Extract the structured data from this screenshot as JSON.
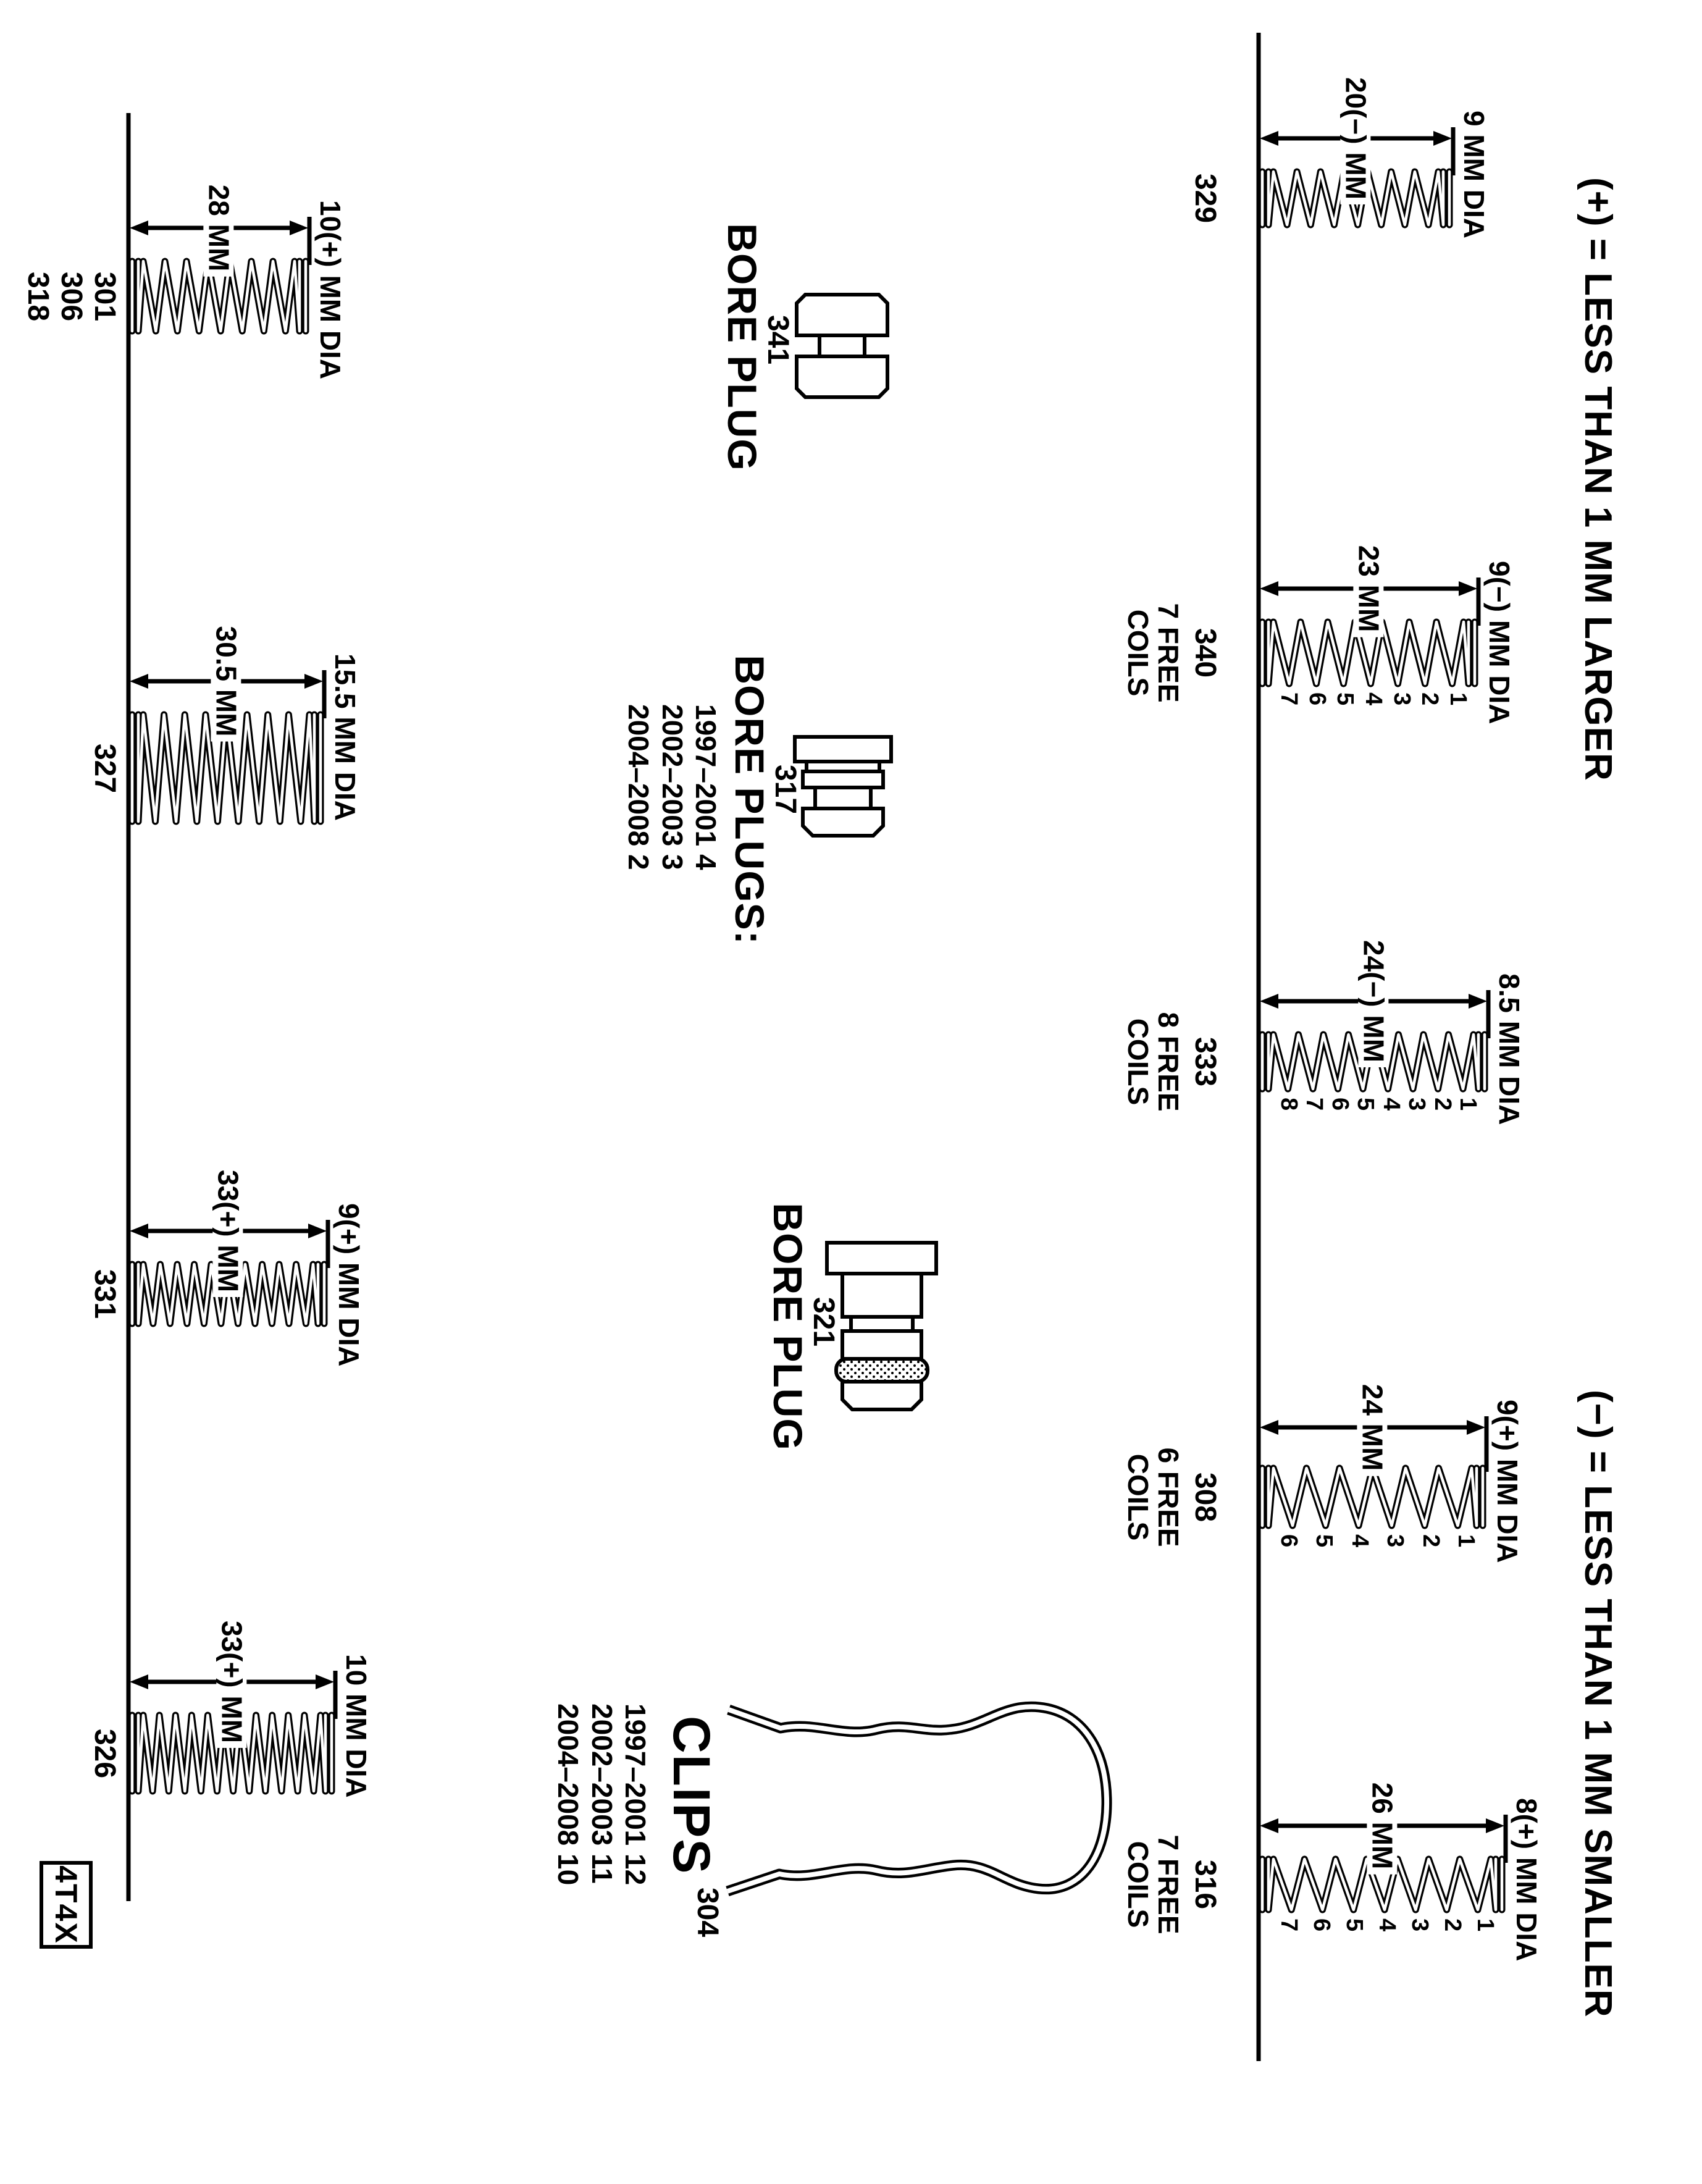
{
  "figure_code": "4T4X",
  "annotations": {
    "plus": "(+) = LESS THAN 1 MM LARGER",
    "minus": "(−) = LESS THAN 1 MM SMALLER"
  },
  "top_row": {
    "springs": [
      {
        "part": "329",
        "length": "20(−) MM",
        "diameter": "9 MM DIA",
        "free_coils": "",
        "coil_numbers": []
      },
      {
        "part": "340",
        "length": "23 MM",
        "diameter": "9(−) MM DIA",
        "free_coils": "7 FREE\nCOILS",
        "coil_numbers": [
          "1",
          "2",
          "3",
          "4",
          "5",
          "6",
          "7"
        ]
      },
      {
        "part": "333",
        "length": "24(−) MM",
        "diameter": "8.5 MM DIA",
        "free_coils": "8 FREE\nCOILS",
        "coil_numbers": [
          "1",
          "2",
          "3",
          "4",
          "5",
          "6",
          "7",
          "8"
        ]
      },
      {
        "part": "308",
        "length": "24 MM",
        "diameter": "9(+) MM DIA",
        "free_coils": "6 FREE\nCOILS",
        "coil_numbers": [
          "1",
          "2",
          "3",
          "4",
          "5",
          "6"
        ]
      },
      {
        "part": "316",
        "length": "26 MM",
        "diameter": "8(+) MM DIA",
        "free_coils": "7 FREE\nCOILS",
        "coil_numbers": [
          "1",
          "2",
          "3",
          "4",
          "5",
          "6",
          "7"
        ]
      }
    ]
  },
  "bottom_row": {
    "springs": [
      {
        "parts": [
          "301",
          "306",
          "318"
        ],
        "length": "28 MM",
        "diameter": "10(+) MM DIA"
      },
      {
        "parts": [
          "327"
        ],
        "length": "30.5 MM",
        "diameter": "15.5 MM DIA"
      },
      {
        "parts": [
          "331"
        ],
        "length": "33(+) MM",
        "diameter": "9(+) MM DIA"
      },
      {
        "parts": [
          "326"
        ],
        "length": "33(+) MM",
        "diameter": "10 MM DIA"
      }
    ]
  },
  "middle": {
    "bore_plug_341": {
      "part": "341",
      "title": "BORE PLUG"
    },
    "bore_plugs_317": {
      "part": "317",
      "title": "BORE PLUGS:",
      "years": [
        "1997–2001 4",
        "2002–2003 3",
        "2004–2008 2"
      ]
    },
    "bore_plug_321": {
      "part": "321",
      "title": "BORE PLUG"
    },
    "clips_304": {
      "part": "304",
      "title": "CLIPS",
      "years": [
        "1997–2001 12",
        "2002–2003 11",
        "2004–2008 10"
      ]
    }
  }
}
